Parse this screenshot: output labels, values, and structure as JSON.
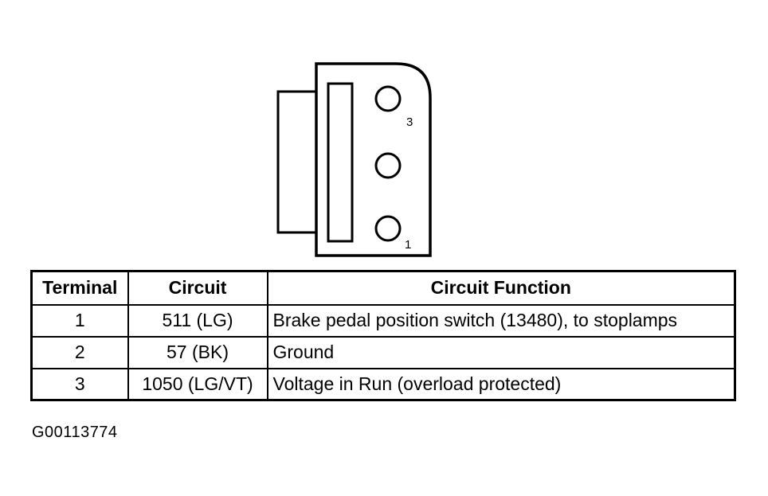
{
  "connector": {
    "pin_labels": [
      "3",
      "1"
    ]
  },
  "table": {
    "headers": [
      "Terminal",
      "Circuit",
      "Circuit Function"
    ],
    "rows": [
      {
        "terminal": "1",
        "circuit": "511 (LG)",
        "function": "Brake pedal position switch (13480), to stoplamps"
      },
      {
        "terminal": "2",
        "circuit": "57 (BK)",
        "function": "Ground"
      },
      {
        "terminal": "3",
        "circuit": "1050 (LG/VT)",
        "function": "Voltage in Run (overload protected)"
      }
    ]
  },
  "figure_id": "G00113774"
}
